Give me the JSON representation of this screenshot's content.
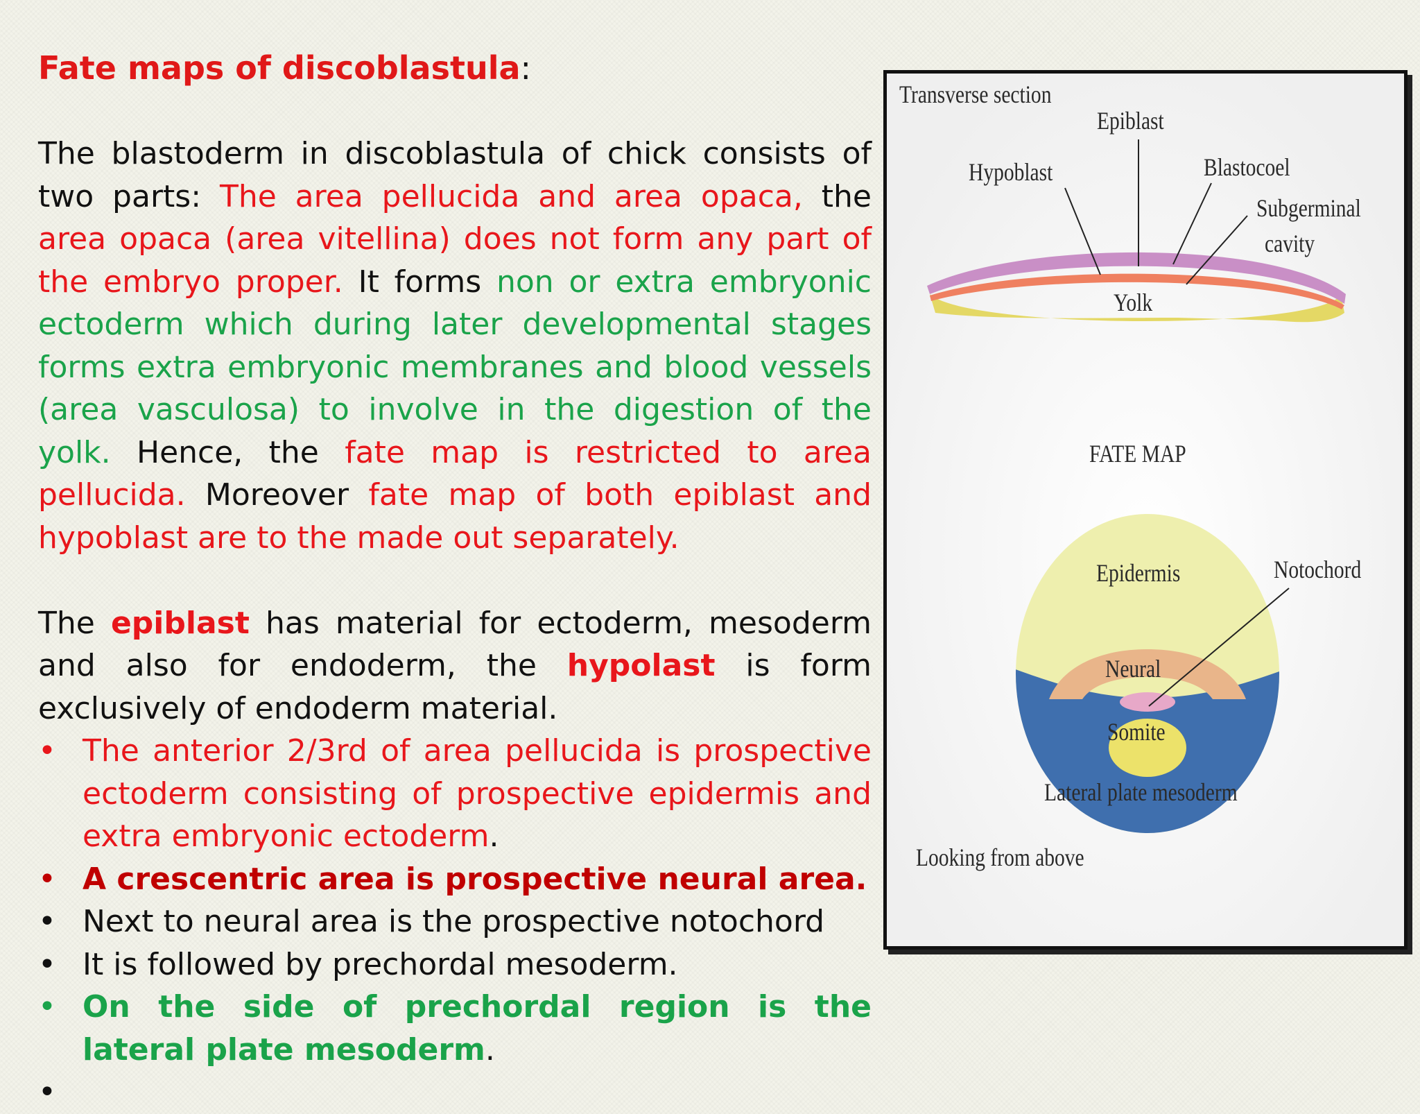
{
  "title": {
    "main": "Fate maps of discoblastula",
    "colon": ":"
  },
  "paragraph1": {
    "s1": "The blastoderm in discoblastula of chick consists of two parts: ",
    "s2": "The area pellucida and area opaca,",
    "s3": " the ",
    "s4": "area opaca (area vitellina) does not form any part of the embryo proper.",
    "s5": " It forms ",
    "s6": "non or extra embryonic ectoderm which during later developmental stages forms extra embryonic membranes and blood vessels (area vasculosa) to involve in the digestion of the yolk.",
    "s7": " Hence, the ",
    "s8": "fate map is restricted to area pellucida.",
    "s9": " Moreover ",
    "s10": "fate map of both epiblast and hypoblast are to the made out separately."
  },
  "paragraph2": {
    "s1": "The ",
    "s2": "epiblast",
    "s3": " has material for ectoderm, mesoderm and also for endoderm, the ",
    "s4": "hypolast",
    "s5": " is form exclusively of endoderm material."
  },
  "bullets": {
    "symbol": "•",
    "b1": "The anterior 2/3rd of area pellucida is prospective ectoderm consisting of prospective epidermis and extra embryonic ectoderm",
    "b1_end": ".",
    "b2": " A crescentric area is prospective neural area.",
    "b3": " Next to neural area is the prospective notochord",
    "b4": " It is followed by prechordal mesoderm.",
    "b5": "On the side of prechordal region is the lateral plate mesoderm",
    "b5_end": "."
  },
  "figure": {
    "transverse_section": "Transverse section",
    "epiblast": "Epiblast",
    "hypoblast": "Hypoblast",
    "blastocoel": "Blastocoel",
    "subgerminal": "Subgerminal",
    "cavity": "cavity",
    "yolk": "Yolk",
    "fate_map": "FATE MAP",
    "epidermis": "Epidermis",
    "notochord": "Notochord",
    "neural": "Neural",
    "somite": "Somite",
    "lateral_plate": "Lateral plate mesoderm",
    "looking_from_above": "Looking from above"
  },
  "colors": {
    "red": "#e8161b",
    "green": "#1aa34a",
    "dark_red": "#c00000",
    "epiblast_purple": "#c98fc6",
    "hypoblast_orange": "#ef8060",
    "yolk_yellow": "#e4d865",
    "epidermis_yellow": "#eeefae",
    "neural_orange": "#e9b58a",
    "notochord_pink": "#e7a8c8",
    "somite_yellow": "#ece26a",
    "mesoderm_blue": "#3f6fae"
  }
}
